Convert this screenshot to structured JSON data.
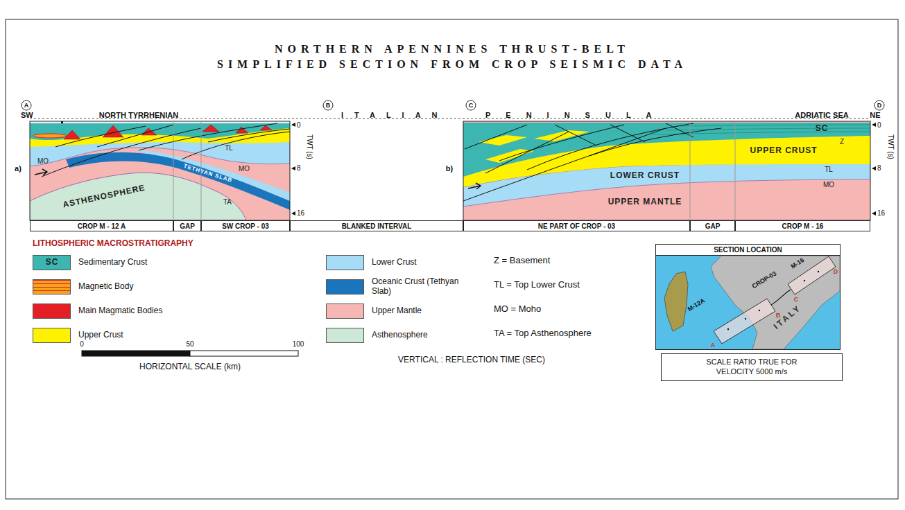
{
  "diagram": {
    "title": "NORTHERN APENNINES THRUST-BELT SIMPLIFIED SECTION FROM CROP SEISMIC DATA",
    "nodes": [
      {
        "text": [
          "CROP M - 12 A"
        ]
      },
      {
        "text": [
          "GAP"
        ]
      },
      {
        "text": [
          "SW CROP - 03"
        ]
      },
      {
        "text": [
          "BLANKED INTERVAL"
        ]
      },
      {
        "text": [
          "NE PART OF CROP - 03"
        ]
      },
      {
        "text": [
          "GAP"
        ]
      },
      {
        "text": [
          "CROP M - 16"
        ]
      },
      {
        "text": [
          "SECTION LOCATION"
        ]
      },
      {
        "text": [
          "SCALE RATIO TRUE FOR VELOCITY 5000 m/s"
        ]
      }
    ],
    "labels": [
      "A",
      "SW",
      "NORTH TYRRHENIAN",
      "B",
      "ITALIAN",
      "C",
      "PENINSULA",
      "ADRIATIC SEA",
      "NE",
      "D",
      "a)",
      "b)",
      "0",
      "8",
      "16",
      "TWT (s)",
      "0",
      "8",
      "16",
      "TWT (s)",
      "MO",
      "TL",
      "MO",
      "TETHYAN SLAB",
      "ASTHENOSPHERE",
      "TA",
      "SC",
      "Z",
      "UPPER CRUST",
      "LOWER CRUST",
      "UPPER MANTLE",
      "TL",
      "MO",
      "LITHOSPHERIC MACROSTRATIGRAPHY",
      "SC",
      "Z = Basement",
      "TL = Top Lower Crust",
      "MO = Moho",
      "TA = Top Asthenosphere",
      "0",
      "50",
      "100",
      "HORIZONTAL SCALE (km)",
      "VERTICAL : REFLECTION TIME (SEC)",
      "A",
      "B",
      "C",
      "D",
      "M-12A",
      "CROP-03",
      "M-16",
      "ITALY"
    ],
    "legend": [
      {
        "text": "Sedimentary Crust",
        "color": "#3bb6b0"
      },
      {
        "text": "Magnetic Body",
        "color": "#f7a21b"
      },
      {
        "text": "Main Magmatic Bodies",
        "color": "#e31e24"
      },
      {
        "text": "Upper Crust",
        "color": "#fff200"
      },
      {
        "text": "Lower Crust",
        "color": "#a6dcf5"
      },
      {
        "text": "Oceanic Crust (Tethyan Slab)",
        "color": "#1b75bc"
      },
      {
        "text": "Upper Mantle",
        "color": "#f6b6b4"
      },
      {
        "text": "Asthenosphere",
        "color": "#cde8d6"
      }
    ]
  }
}
